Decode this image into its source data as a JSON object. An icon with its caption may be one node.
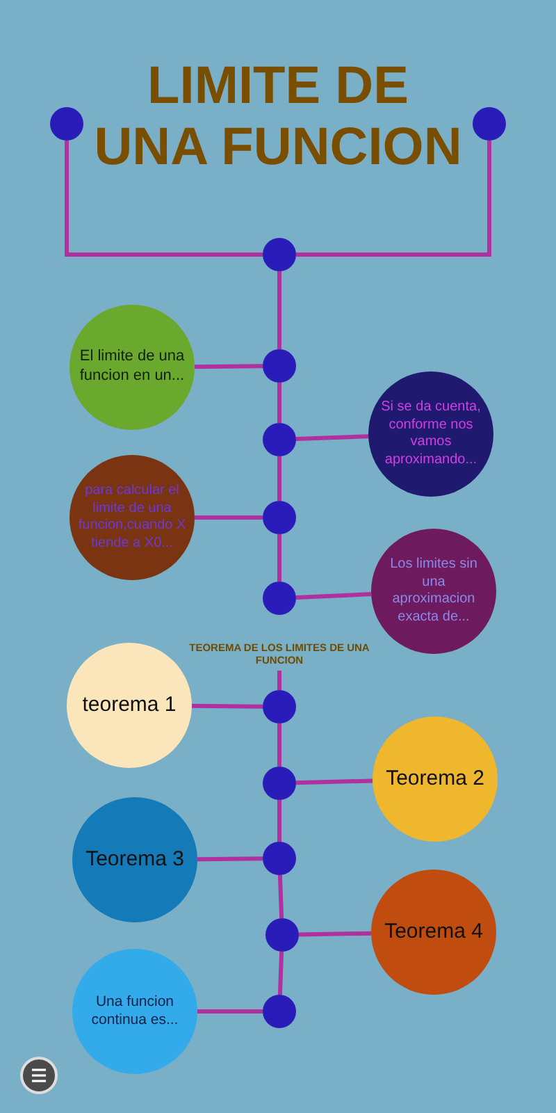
{
  "diagram": {
    "title": "LIMITE DE UNA FUNCION",
    "nodes": [
      {
        "text": [],
        "shape": "circle"
      },
      {
        "text": [],
        "shape": "circle"
      },
      {
        "text": [],
        "shape": "circle"
      },
      {
        "text": [],
        "shape": "circle"
      },
      {
        "text": [
          "El limite de una funcion en un..."
        ]
      },
      {
        "text": [],
        "shape": "circle"
      },
      {
        "text": [
          "Si se da cuenta, conforme nos vamos aproximando..."
        ]
      },
      {
        "text": [],
        "shape": "circle"
      },
      {
        "text": [
          "para calcular el limite de una funcion,cuando X tiende a X0..."
        ]
      },
      {
        "text": [],
        "shape": "circle"
      },
      {
        "text": [
          "Los limites sin una aproximacion exacta de..."
        ]
      },
      {
        "text": [
          "TEOREMA DE LOS LIMITES DE UNA FUNCION"
        ]
      },
      {
        "text": [],
        "shape": "circle"
      },
      {
        "text": [
          "teorema 1"
        ]
      },
      {
        "text": [],
        "shape": "circle"
      },
      {
        "text": [
          "Teorema 2"
        ]
      },
      {
        "text": [],
        "shape": "circle"
      },
      {
        "text": [
          "Teorema 3"
        ]
      },
      {
        "text": [],
        "shape": "circle"
      },
      {
        "text": [
          "Teorema 4"
        ]
      },
      {
        "text": [],
        "shape": "circle"
      },
      {
        "text": [
          "Una funcion continua es..."
        ]
      }
    ],
    "edges": [
      {
        "from": 0,
        "to": 2,
        "arrow": "none"
      },
      {
        "from": 1,
        "to": 2,
        "arrow": "none"
      },
      {
        "from": 2,
        "to": 3,
        "arrow": "none"
      },
      {
        "from": 3,
        "to": 4,
        "arrow": "none"
      },
      {
        "from": 3,
        "to": 5,
        "arrow": "none"
      },
      {
        "from": 5,
        "to": 6,
        "arrow": "none"
      },
      {
        "from": 5,
        "to": 7,
        "arrow": "none"
      },
      {
        "from": 7,
        "to": 8,
        "arrow": "none"
      },
      {
        "from": 7,
        "to": 9,
        "arrow": "none"
      },
      {
        "from": 9,
        "to": 10,
        "arrow": "none"
      },
      {
        "from": 11,
        "to": 12,
        "arrow": "none"
      },
      {
        "from": 12,
        "to": 13,
        "arrow": "none"
      },
      {
        "from": 12,
        "to": 14,
        "arrow": "none"
      },
      {
        "from": 14,
        "to": 15,
        "arrow": "none"
      },
      {
        "from": 14,
        "to": 16,
        "arrow": "none"
      },
      {
        "from": 16,
        "to": 17,
        "arrow": "none"
      },
      {
        "from": 16,
        "to": 18,
        "arrow": "none"
      },
      {
        "from": 18,
        "to": 19,
        "arrow": "none"
      },
      {
        "from": 18,
        "to": 20,
        "arrow": "none"
      },
      {
        "from": 20,
        "to": 21,
        "arrow": "none"
      }
    ]
  }
}
